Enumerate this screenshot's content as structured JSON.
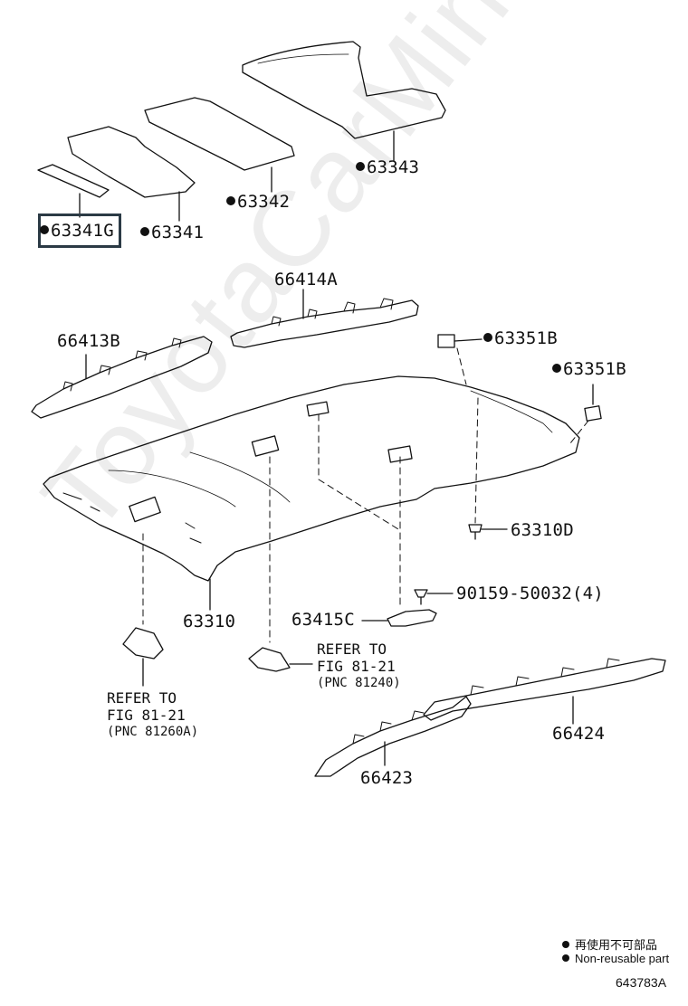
{
  "parts": {
    "p63343": "63343",
    "p63342": "63342",
    "p63341": "63341",
    "p63341G": "63341G",
    "p66414A": "66414A",
    "p66413B": "66413B",
    "p63351B_top": "63351B",
    "p63351B_right": "63351B",
    "p63310D": "63310D",
    "p90159": "90159-50032(4)",
    "p63310": "63310",
    "p63415C": "63415C",
    "p66424": "66424",
    "p66423": "66423"
  },
  "refs": {
    "left": {
      "line1": "REFER TO",
      "line2": "FIG 81-21",
      "line3": "(PNC 81260A)"
    },
    "right": {
      "line1": "REFER TO",
      "line2": "FIG 81-21",
      "line3": "(PNC 81240)"
    }
  },
  "legend": {
    "japanese": "再使用不可部品",
    "english": "Non-reusable part"
  },
  "figure_id": "643783A",
  "watermark": "ToyotaCarMine.ru",
  "colors": {
    "line": "#111111",
    "highlight": "#2b3a45"
  }
}
